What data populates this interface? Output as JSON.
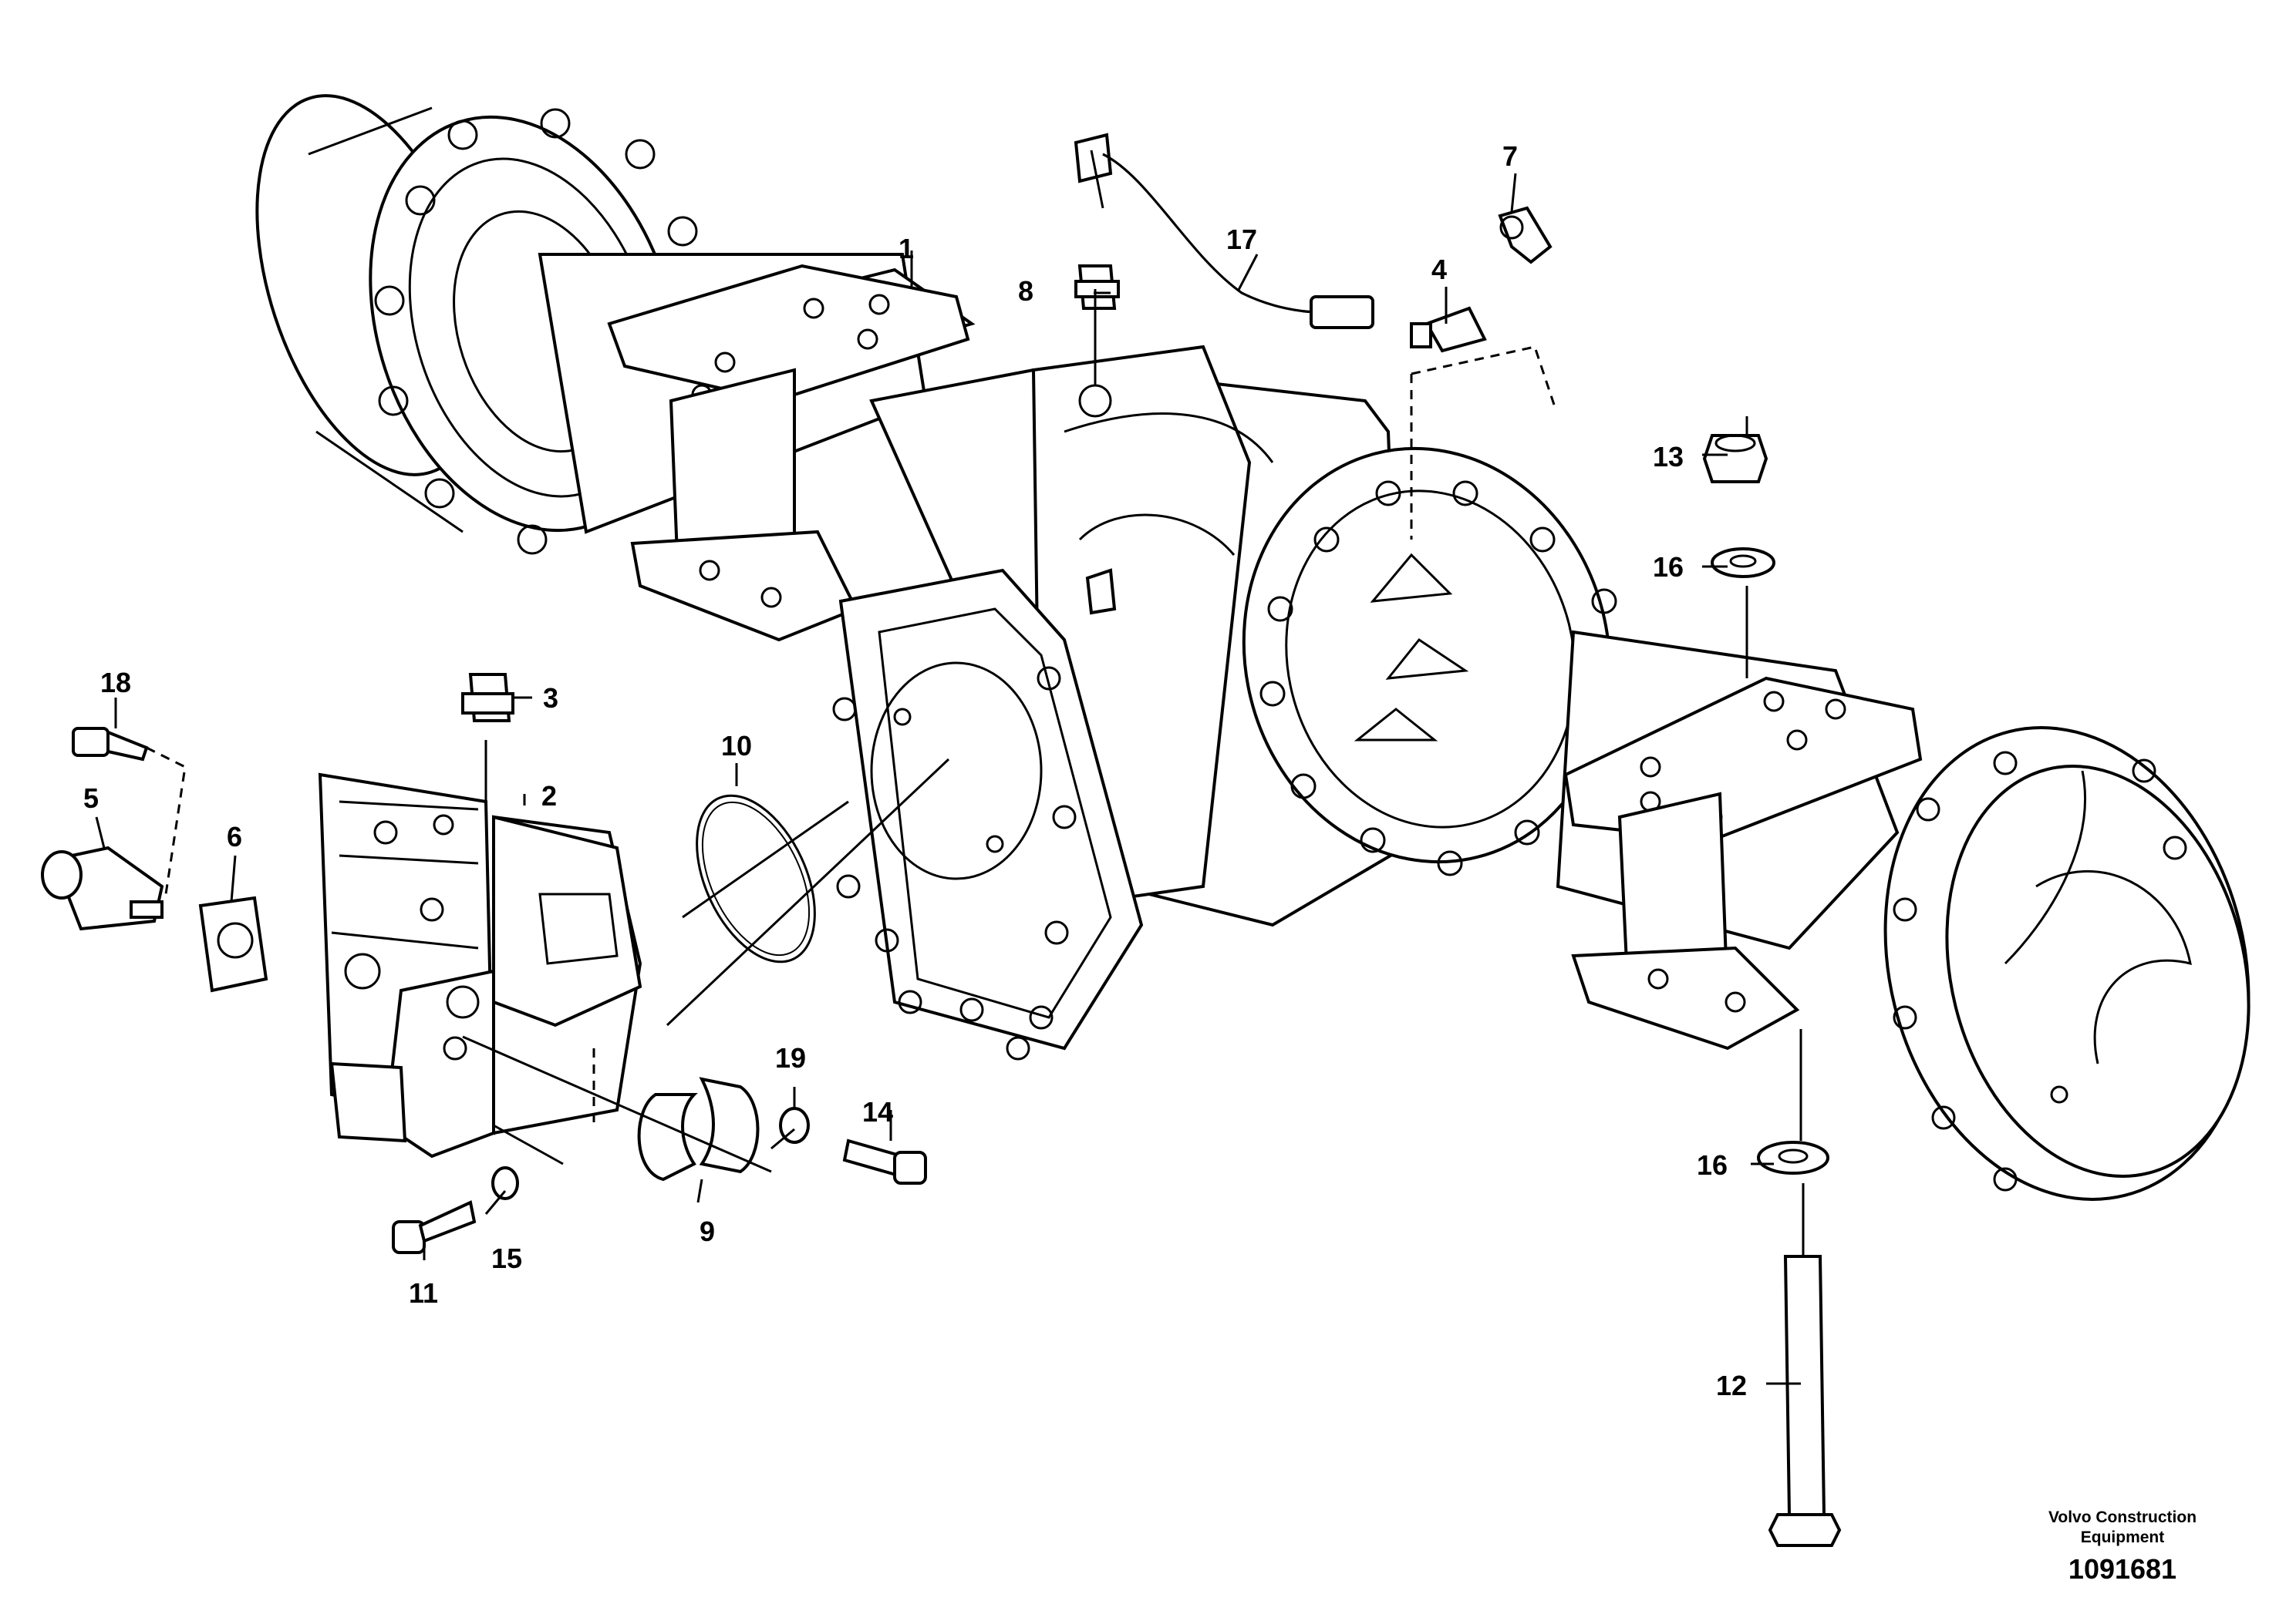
{
  "callouts": [
    "1",
    "2",
    "3",
    "4",
    "5",
    "6",
    "7",
    "8",
    "9",
    "10",
    "11",
    "12",
    "13",
    "14",
    "15",
    "16",
    "16",
    "17",
    "18",
    "19"
  ],
  "footer": {
    "brand_line1": "Volvo Construction",
    "brand_line2": "Equipment",
    "figure_number": "1091681"
  }
}
